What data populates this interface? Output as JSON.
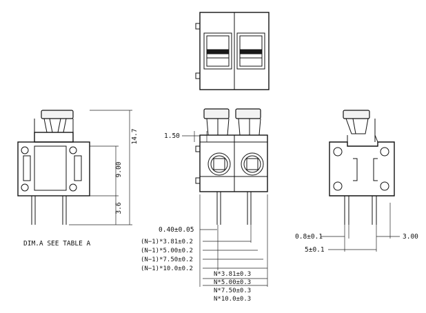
{
  "labels": {
    "dim_1_50": "1.50",
    "dim_14_7": "14.7",
    "dim_9_00": "9.00",
    "dim_3_6": "3.6",
    "dim_pin": "0.40±0.05",
    "pitch": [
      "(N−1)*3.81±0.2",
      "(N−1)*5.00±0.2",
      "(N−1)*7.50±0.2",
      "(N−1)*10.0±0.2"
    ],
    "total": [
      "N*3.81±0.3",
      "N*5.00±0.3",
      "N*7.50±0.3",
      "N*10.0±0.3"
    ],
    "dim_0_8": "0.8±0.1",
    "dim_5": "5±0.1",
    "dim_3_00": "3.00",
    "note": "DIM.A SEE TABLE A"
  }
}
